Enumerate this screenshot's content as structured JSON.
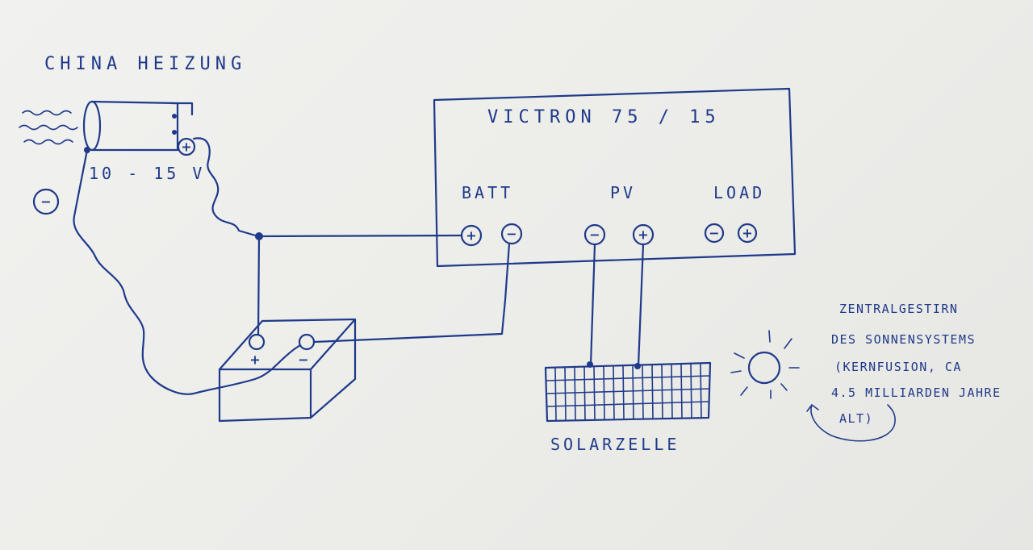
{
  "heater": {
    "label": "CHINA HEIZUNG",
    "voltage": "10 - 15 V",
    "terminal_plus": "+",
    "terminal_minus": "−"
  },
  "controller": {
    "title": "VICTRON 75 / 15",
    "sections": {
      "batt": "BATT",
      "pv": "PV",
      "load": "LOAD"
    },
    "terminals": {
      "batt_plus": "+",
      "batt_minus": "−",
      "pv_minus": "−",
      "pv_plus": "+",
      "load_minus": "−",
      "load_plus": "+"
    }
  },
  "battery": {
    "plus": "+",
    "minus": "−"
  },
  "solar_panel": {
    "label": "SOLARZELLE"
  },
  "sun": {
    "note_lines": [
      "ZENTRALGESTIRN",
      "DES SONNENSYSTEMS",
      "(KERNFUSION, CA",
      "4.5 MILLIARDEN JAHRE",
      "ALT)"
    ]
  },
  "colors": {
    "ink": "#1f3a8a",
    "paper": "#eeeeec"
  }
}
